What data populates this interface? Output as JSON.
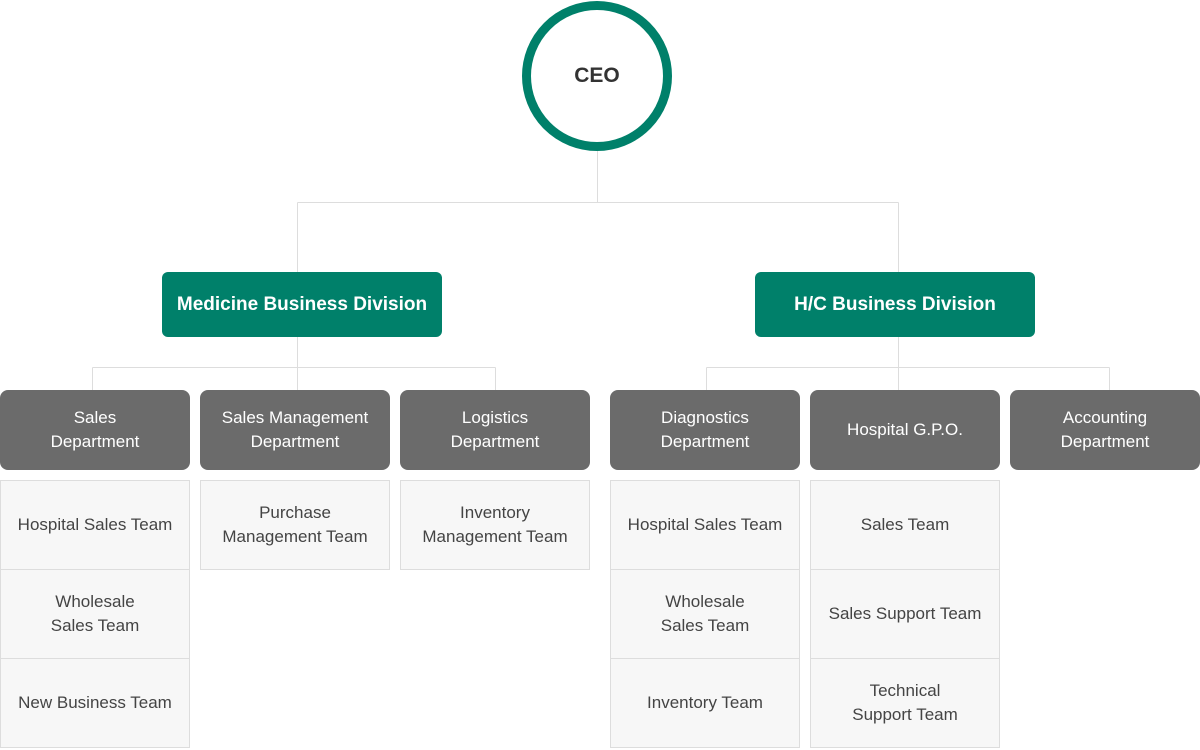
{
  "ceo": {
    "label": "CEO"
  },
  "divisions": [
    {
      "label": "Medicine Business Division"
    },
    {
      "label": "H/C Business Division"
    }
  ],
  "departments": [
    {
      "label": "Sales\nDepartment",
      "teams": [
        "Hospital Sales Team",
        "Wholesale\nSales Team",
        "New Business Team"
      ]
    },
    {
      "label": "Sales Management\nDepartment",
      "teams": [
        "Purchase\nManagement Team"
      ]
    },
    {
      "label": "Logistics\nDepartment",
      "teams": [
        "Inventory\nManagement Team"
      ]
    },
    {
      "label": "Diagnostics\nDepartment",
      "teams": [
        "Hospital Sales Team",
        "Wholesale\nSales Team",
        "Inventory Team"
      ]
    },
    {
      "label": "Hospital G.P.O.",
      "teams": [
        "Sales Team",
        "Sales Support Team",
        "Technical\nSupport Team"
      ]
    },
    {
      "label": "Accounting\nDepartment",
      "teams": []
    }
  ],
  "colors": {
    "accent": "#00806a",
    "department": "#6b6b6b",
    "team_bg": "#f7f7f7",
    "line": "#dddddd"
  }
}
